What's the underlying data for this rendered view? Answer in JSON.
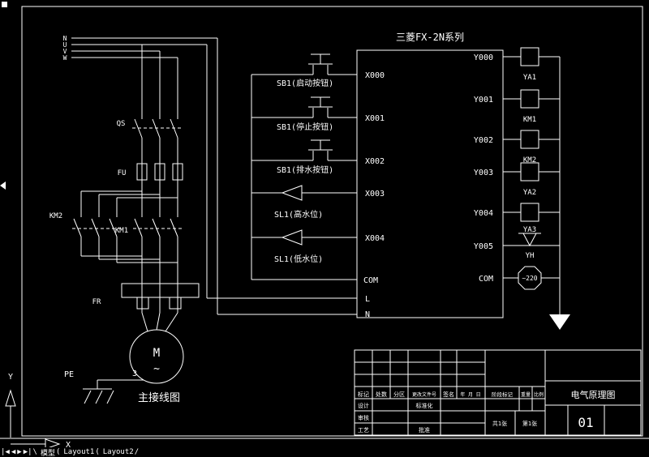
{
  "app": {
    "tab_bar": {
      "nav": [
        "|◀",
        "◀",
        "▶",
        "▶|"
      ],
      "sep_open": "\\",
      "sep_mid1": "(",
      "sep_mid2": "(",
      "sep_close": "/",
      "tabs": [
        "模型",
        "Layout1",
        "Layout2"
      ]
    },
    "ucs": {
      "x": "X",
      "y": "Y"
    }
  },
  "diagram": {
    "plc_title": "三菱FX-2N系列",
    "power": {
      "phases": [
        "N",
        "U",
        "V",
        "W"
      ],
      "qs": "QS",
      "fu": "FU",
      "km2": "KM2",
      "km1": "KM1",
      "fr": "FR",
      "motor_m": "M",
      "motor_wave": "~",
      "motor_3": "3",
      "pe": "PE",
      "caption": "主接线图"
    },
    "inputs": [
      {
        "terminal": "X000",
        "device": "SB1(启动按钮)"
      },
      {
        "terminal": "X001",
        "device": "SB1(停止按钮)"
      },
      {
        "terminal": "X002",
        "device": "SB1(排水按钮)"
      },
      {
        "terminal": "X003",
        "device": "SL1(高水位)"
      },
      {
        "terminal": "X004",
        "device": "SL1(低水位)"
      },
      {
        "terminal": "COM"
      },
      {
        "terminal": "L"
      },
      {
        "terminal": "N"
      }
    ],
    "outputs": [
      {
        "terminal": "Y000",
        "device": "YA1"
      },
      {
        "terminal": "Y001",
        "device": "KM1"
      },
      {
        "terminal": "Y002",
        "device": "KM2"
      },
      {
        "terminal": "Y003",
        "device": "YA2"
      },
      {
        "terminal": "Y004",
        "device": "YA3"
      },
      {
        "terminal": "Y005",
        "device": "YH"
      },
      {
        "terminal": "COM",
        "device": "~220"
      }
    ],
    "title_block": {
      "header": [
        "标记",
        "处数",
        "分区",
        "更改文件号",
        "签名",
        "年 月 日"
      ],
      "design": "设计",
      "standardize": "标准化",
      "check": "审核",
      "craft": "工艺",
      "approve": "批准",
      "stage": "阶段标记",
      "weight": "重量",
      "scale": "比例",
      "sheets": "共1张",
      "sheet_no": "第1张",
      "name": "电气原理图",
      "number": "01"
    }
  }
}
